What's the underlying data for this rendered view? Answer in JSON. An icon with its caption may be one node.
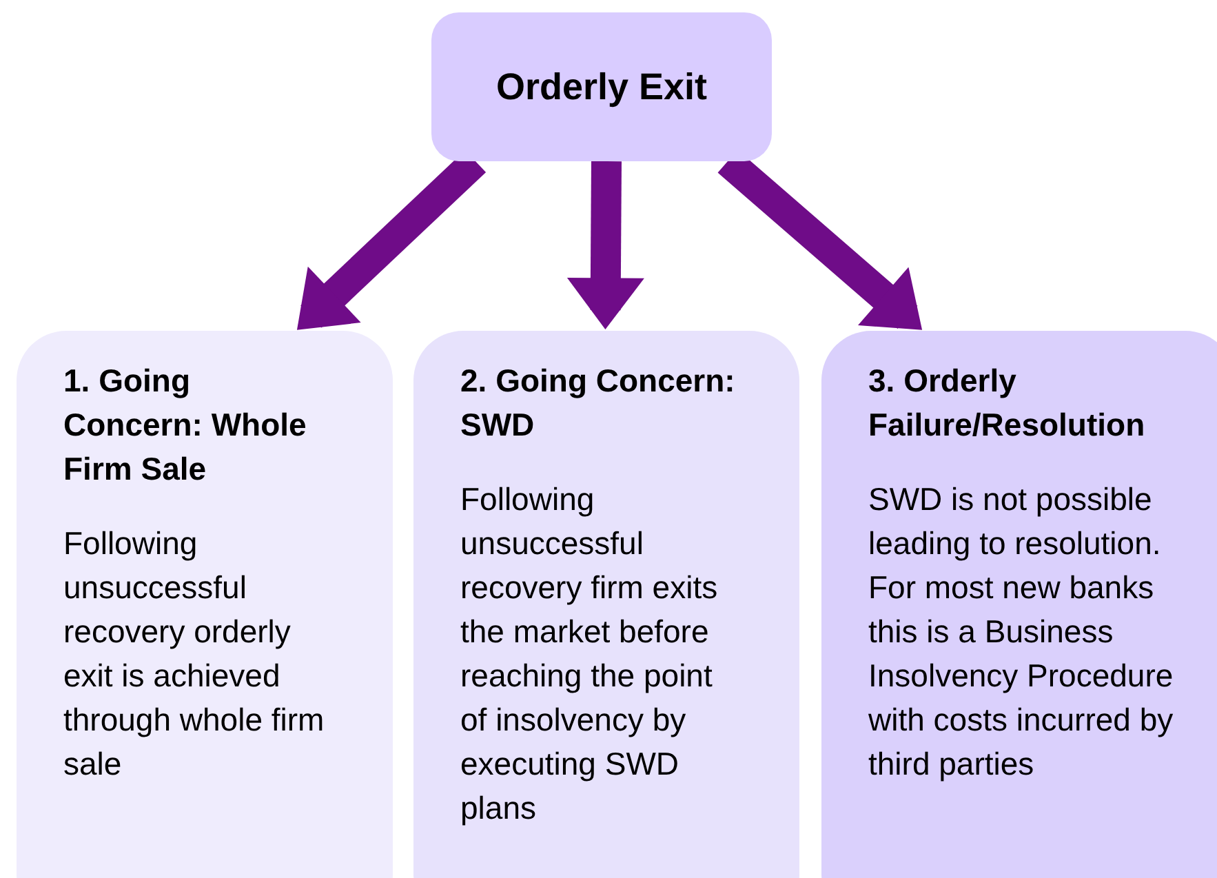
{
  "diagram": {
    "nodes": [
      {
        "text": [
          "Orderly Exit"
        ]
      },
      {
        "text": [
          "1. Going Concern: Whole Firm Sale",
          "Following unsuccessful recovery orderly exit is achieved through whole firm sale"
        ]
      },
      {
        "text": [
          "2. Going Concern: SWD",
          "Following unsuccessful recovery firm exits the market before reaching the point of insolvency by executing SWD plans"
        ]
      },
      {
        "text": [
          "3. Orderly Failure/Resolution",
          "SWD is not possible leading to resolution. For most new banks this is a Business Insolvency Procedure with costs incurred by third parties"
        ]
      }
    ],
    "edges": [
      {
        "from": 0,
        "to": 1,
        "arrow": "to"
      },
      {
        "from": 0,
        "to": 2,
        "arrow": "to"
      },
      {
        "from": 0,
        "to": 3,
        "arrow": "to"
      }
    ]
  }
}
